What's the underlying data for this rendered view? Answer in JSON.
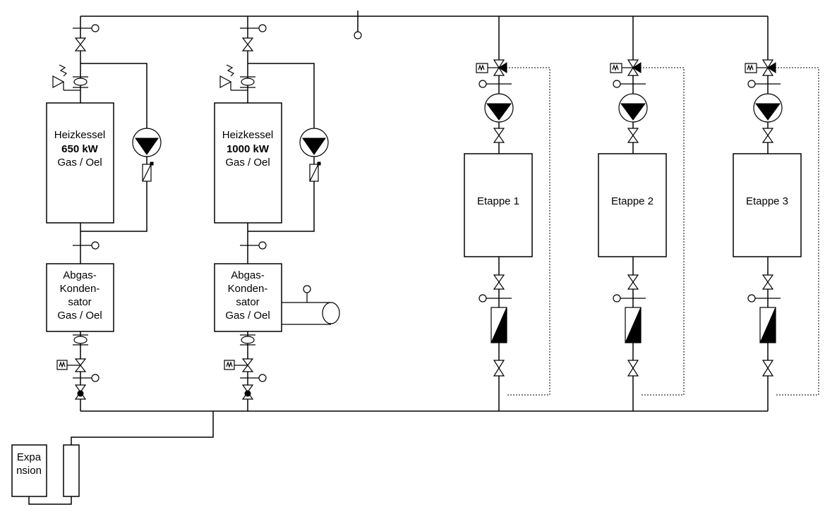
{
  "boilers": [
    {
      "line1": "Heizkessel",
      "power": "650 kW",
      "fuel": "Gas / Oel"
    },
    {
      "line1": "Heizkessel",
      "power": "1000 kW",
      "fuel": "Gas / Oel"
    }
  ],
  "condensers": [
    {
      "lines": [
        "Abgas-",
        "Konden-",
        "sator",
        "Gas / Oel"
      ]
    },
    {
      "lines": [
        "Abgas-",
        "Konden-",
        "sator",
        "Gas / Oel"
      ]
    }
  ],
  "stages": [
    {
      "label": "Etappe 1"
    },
    {
      "label": "Etappe 2"
    },
    {
      "label": "Etappe 3"
    }
  ],
  "expansion": {
    "line1": "Expa",
    "line2": "nsion"
  },
  "icons": {
    "valve": "gate-valve-icon",
    "pump": "pump-icon",
    "sensor": "temperature-sensor-icon",
    "actuator": "motor-actuator-icon",
    "safety": "safety-valve-icon",
    "heat_exchanger": "heat-exchanger-icon",
    "flow_meter": "flow-meter-icon"
  },
  "colors": {
    "line": "#000000",
    "background": "#ffffff"
  }
}
